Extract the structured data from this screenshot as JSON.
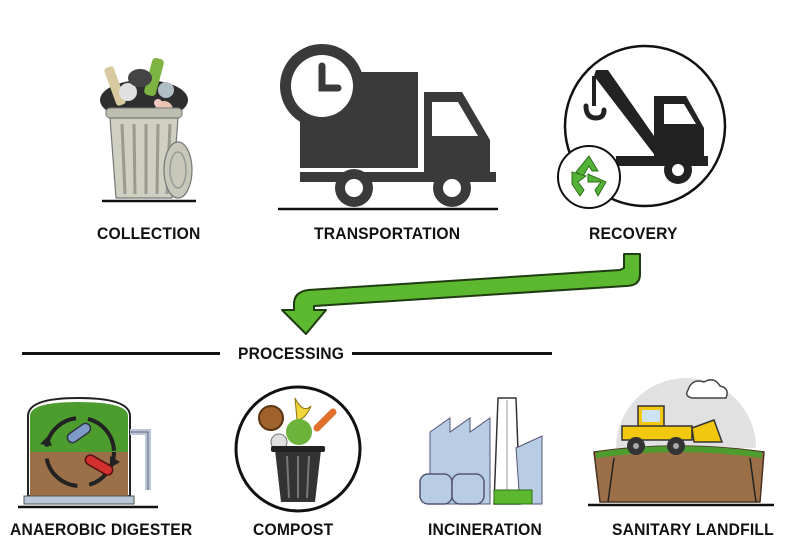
{
  "stages": {
    "collection": {
      "label": "COLLECTION",
      "icon": "trash-can-icon"
    },
    "transportation": {
      "label": "TRANSPORTATION",
      "icon": "delivery-truck-clock-icon"
    },
    "recovery": {
      "label": "RECOVERY",
      "icon": "tow-truck-recycle-icon"
    }
  },
  "processing": {
    "label": "PROCESSING"
  },
  "methods": {
    "anaerobic_digester": {
      "label": "ANAEROBIC DIGESTER",
      "icon": "digester-tank-icon"
    },
    "compost": {
      "label": "COMPOST",
      "icon": "compost-bin-icon"
    },
    "incineration": {
      "label": "INCINERATION",
      "icon": "incinerator-factory-icon"
    },
    "sanitary_landfill": {
      "label": "SANITARY LANDFILL",
      "icon": "landfill-bulldozer-icon"
    }
  },
  "colors": {
    "arrow_fill": "#5cb82e",
    "arrow_outline": "#1f3b10",
    "icon_dark": "#3a3a3a",
    "soil": "#9b7048",
    "recycle_green": "#52b336"
  }
}
